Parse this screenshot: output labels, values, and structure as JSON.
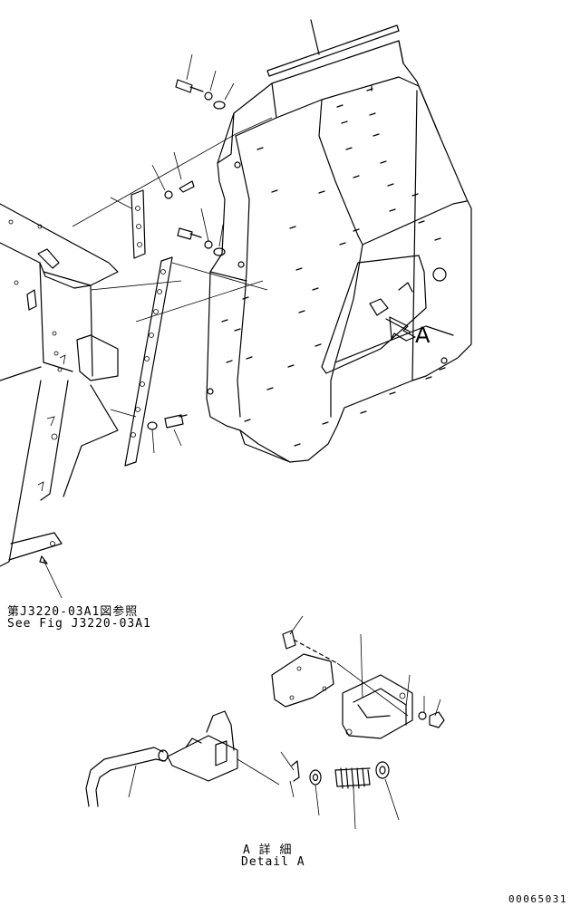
{
  "reference": {
    "japanese": "第J3220-03A1図参照",
    "english": "See Fig J3220-03A1"
  },
  "detail": {
    "japanese": "A 詳 細",
    "english": "Detail A"
  },
  "view_letter": "A",
  "drawing_code": "00065031"
}
